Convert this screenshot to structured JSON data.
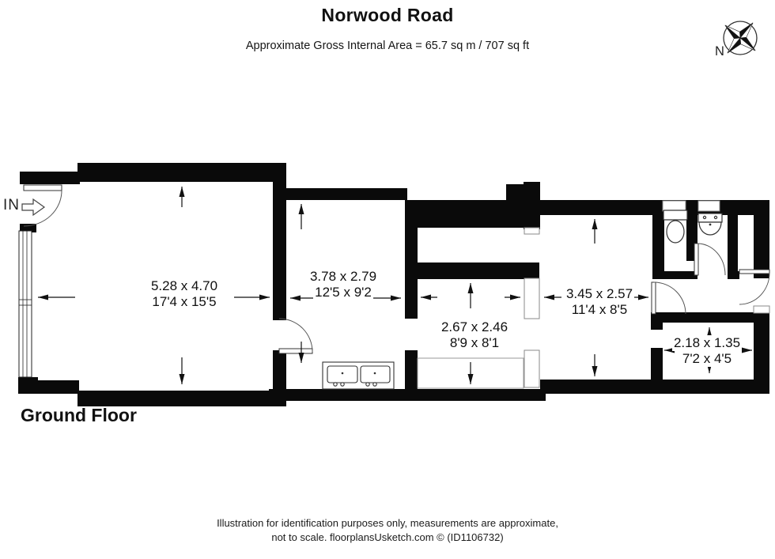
{
  "header": {
    "title": "Norwood Road",
    "subtitle": "Approximate Gross Internal Area = 65.7 sq m / 707 sq ft"
  },
  "compass": {
    "north_label": "N"
  },
  "entrance": {
    "label": "IN"
  },
  "floor_label": "Ground Floor",
  "rooms": [
    {
      "metric": "5.28 x 4.70",
      "imperial": "17'4 x 15'5"
    },
    {
      "metric": "3.78 x 2.79",
      "imperial": "12'5 x 9'2"
    },
    {
      "metric": "2.67 x 2.46",
      "imperial": "8'9 x 8'1"
    },
    {
      "metric": "3.45 x 2.57",
      "imperial": "11'4 x 8'5"
    },
    {
      "metric": "2.18 x 1.35",
      "imperial": "7'2 x 4'5"
    }
  ],
  "footer": {
    "line1": "Illustration for identification purposes only, measurements are approximate,",
    "line2": "not to scale. floorplansUsketch.com © (ID1106732)"
  },
  "colors": {
    "wall": "#000000",
    "background": "#ffffff",
    "dimension": "#111111"
  }
}
